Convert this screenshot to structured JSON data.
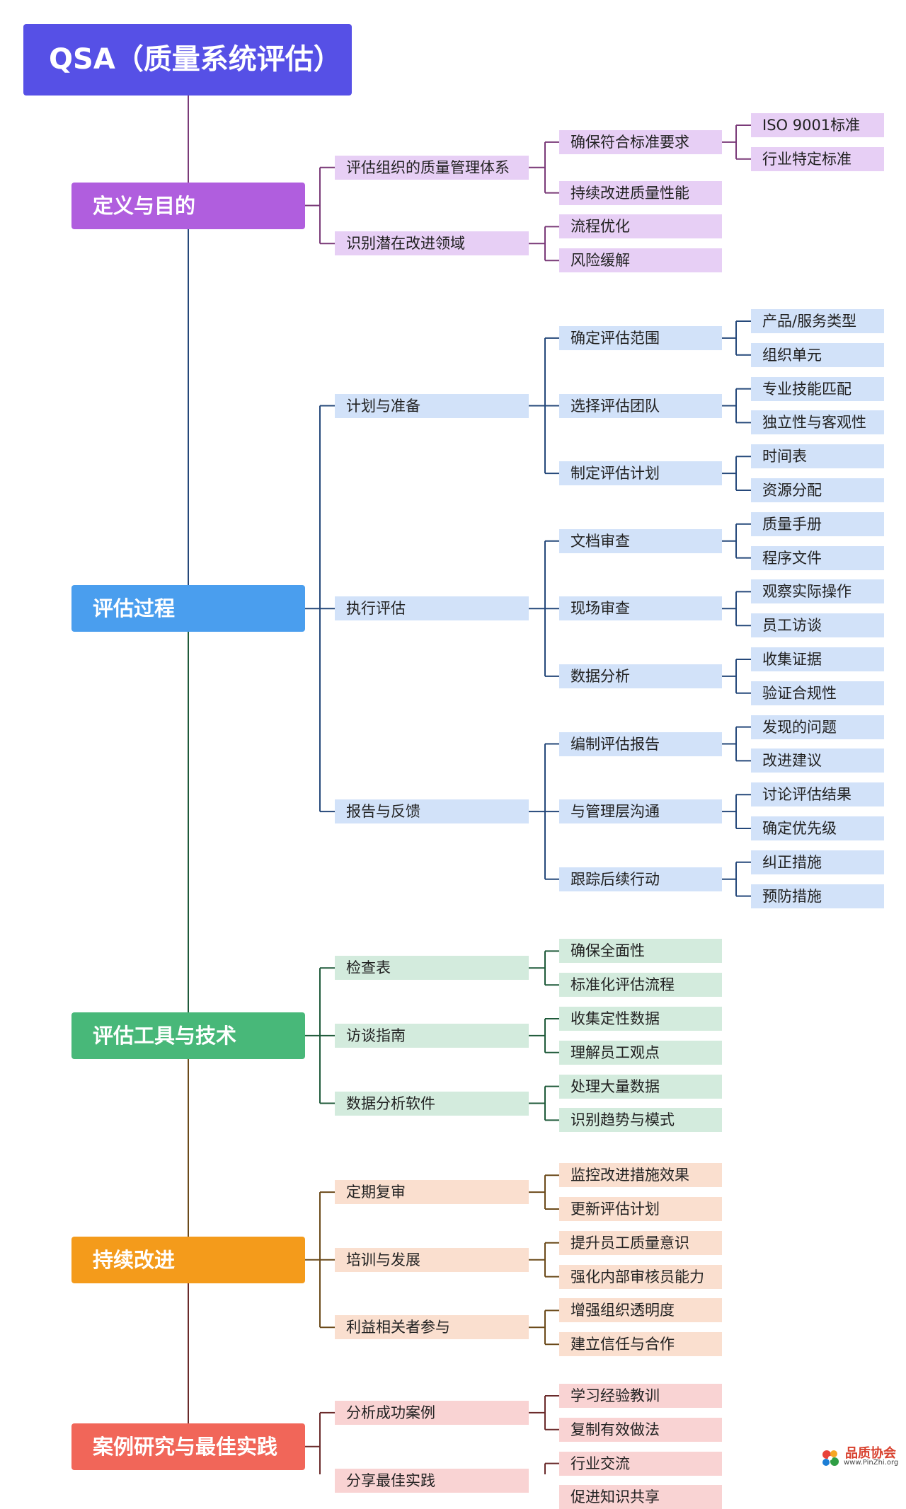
{
  "root": "QSA（质量系统评估）",
  "colors": {
    "root": "#5650e6",
    "spine": [
      "#7a3a78",
      "#25487a",
      "#1f5a3a",
      "#6b4a1a",
      "#6a2a2a"
    ],
    "cats": [
      {
        "main": "#b05ede",
        "light": "#e7cff5"
      },
      {
        "main": "#4a9eee",
        "light": "#d2e2f9"
      },
      {
        "main": "#48b879",
        "light": "#d3ebdd"
      },
      {
        "main": "#f49b1b",
        "light": "#fadfcf"
      },
      {
        "main": "#f16659",
        "light": "#f9d3d3"
      }
    ]
  },
  "categories": [
    {
      "label": "定义与目的",
      "children": [
        {
          "label": "评估组织的质量管理体系",
          "children": [
            {
              "label": "确保符合标准要求",
              "children": [
                "ISO 9001标准",
                "行业特定标准"
              ]
            },
            {
              "label": "持续改进质量性能",
              "children": []
            }
          ]
        },
        {
          "label": "识别潜在改进领域",
          "children": [
            {
              "label": "流程优化",
              "children": []
            },
            {
              "label": "风险缓解",
              "children": []
            }
          ]
        }
      ]
    },
    {
      "label": "评估过程",
      "children": [
        {
          "label": "计划与准备",
          "children": [
            {
              "label": "确定评估范围",
              "children": [
                "产品/服务类型",
                "组织单元"
              ]
            },
            {
              "label": "选择评估团队",
              "children": [
                "专业技能匹配",
                "独立性与客观性"
              ]
            },
            {
              "label": "制定评估计划",
              "children": [
                "时间表",
                "资源分配"
              ]
            }
          ]
        },
        {
          "label": "执行评估",
          "children": [
            {
              "label": "文档审查",
              "children": [
                "质量手册",
                "程序文件"
              ]
            },
            {
              "label": "现场审查",
              "children": [
                "观察实际操作",
                "员工访谈"
              ]
            },
            {
              "label": "数据分析",
              "children": [
                "收集证据",
                "验证合规性"
              ]
            }
          ]
        },
        {
          "label": "报告与反馈",
          "children": [
            {
              "label": "编制评估报告",
              "children": [
                "发现的问题",
                "改进建议"
              ]
            },
            {
              "label": "与管理层沟通",
              "children": [
                "讨论评估结果",
                "确定优先级"
              ]
            },
            {
              "label": "跟踪后续行动",
              "children": [
                "纠正措施",
                "预防措施"
              ]
            }
          ]
        }
      ]
    },
    {
      "label": "评估工具与技术",
      "children": [
        {
          "label": "检查表",
          "children": [
            {
              "label": "确保全面性",
              "children": []
            },
            {
              "label": "标准化评估流程",
              "children": []
            }
          ]
        },
        {
          "label": "访谈指南",
          "children": [
            {
              "label": "收集定性数据",
              "children": []
            },
            {
              "label": "理解员工观点",
              "children": []
            }
          ]
        },
        {
          "label": "数据分析软件",
          "children": [
            {
              "label": "处理大量数据",
              "children": []
            },
            {
              "label": "识别趋势与模式",
              "children": []
            }
          ]
        }
      ]
    },
    {
      "label": "持续改进",
      "children": [
        {
          "label": "定期复审",
          "children": [
            {
              "label": "监控改进措施效果",
              "children": []
            },
            {
              "label": "更新评估计划",
              "children": []
            }
          ]
        },
        {
          "label": "培训与发展",
          "children": [
            {
              "label": "提升员工质量意识",
              "children": []
            },
            {
              "label": "强化内部审核员能力",
              "children": []
            }
          ]
        },
        {
          "label": "利益相关者参与",
          "children": [
            {
              "label": "增强组织透明度",
              "children": []
            },
            {
              "label": "建立信任与合作",
              "children": []
            }
          ]
        }
      ]
    },
    {
      "label": "案例研究与最佳实践",
      "children": [
        {
          "label": "分析成功案例",
          "children": [
            {
              "label": "学习经验教训",
              "children": []
            },
            {
              "label": "复制有效做法",
              "children": []
            }
          ]
        },
        {
          "label": "分享最佳实践",
          "children": [
            {
              "label": "行业交流",
              "children": []
            },
            {
              "label": "促进知识共享",
              "children": []
            }
          ]
        }
      ]
    }
  ],
  "watermark": {
    "name": "品质协会",
    "url": "www.PinZhi.org"
  }
}
